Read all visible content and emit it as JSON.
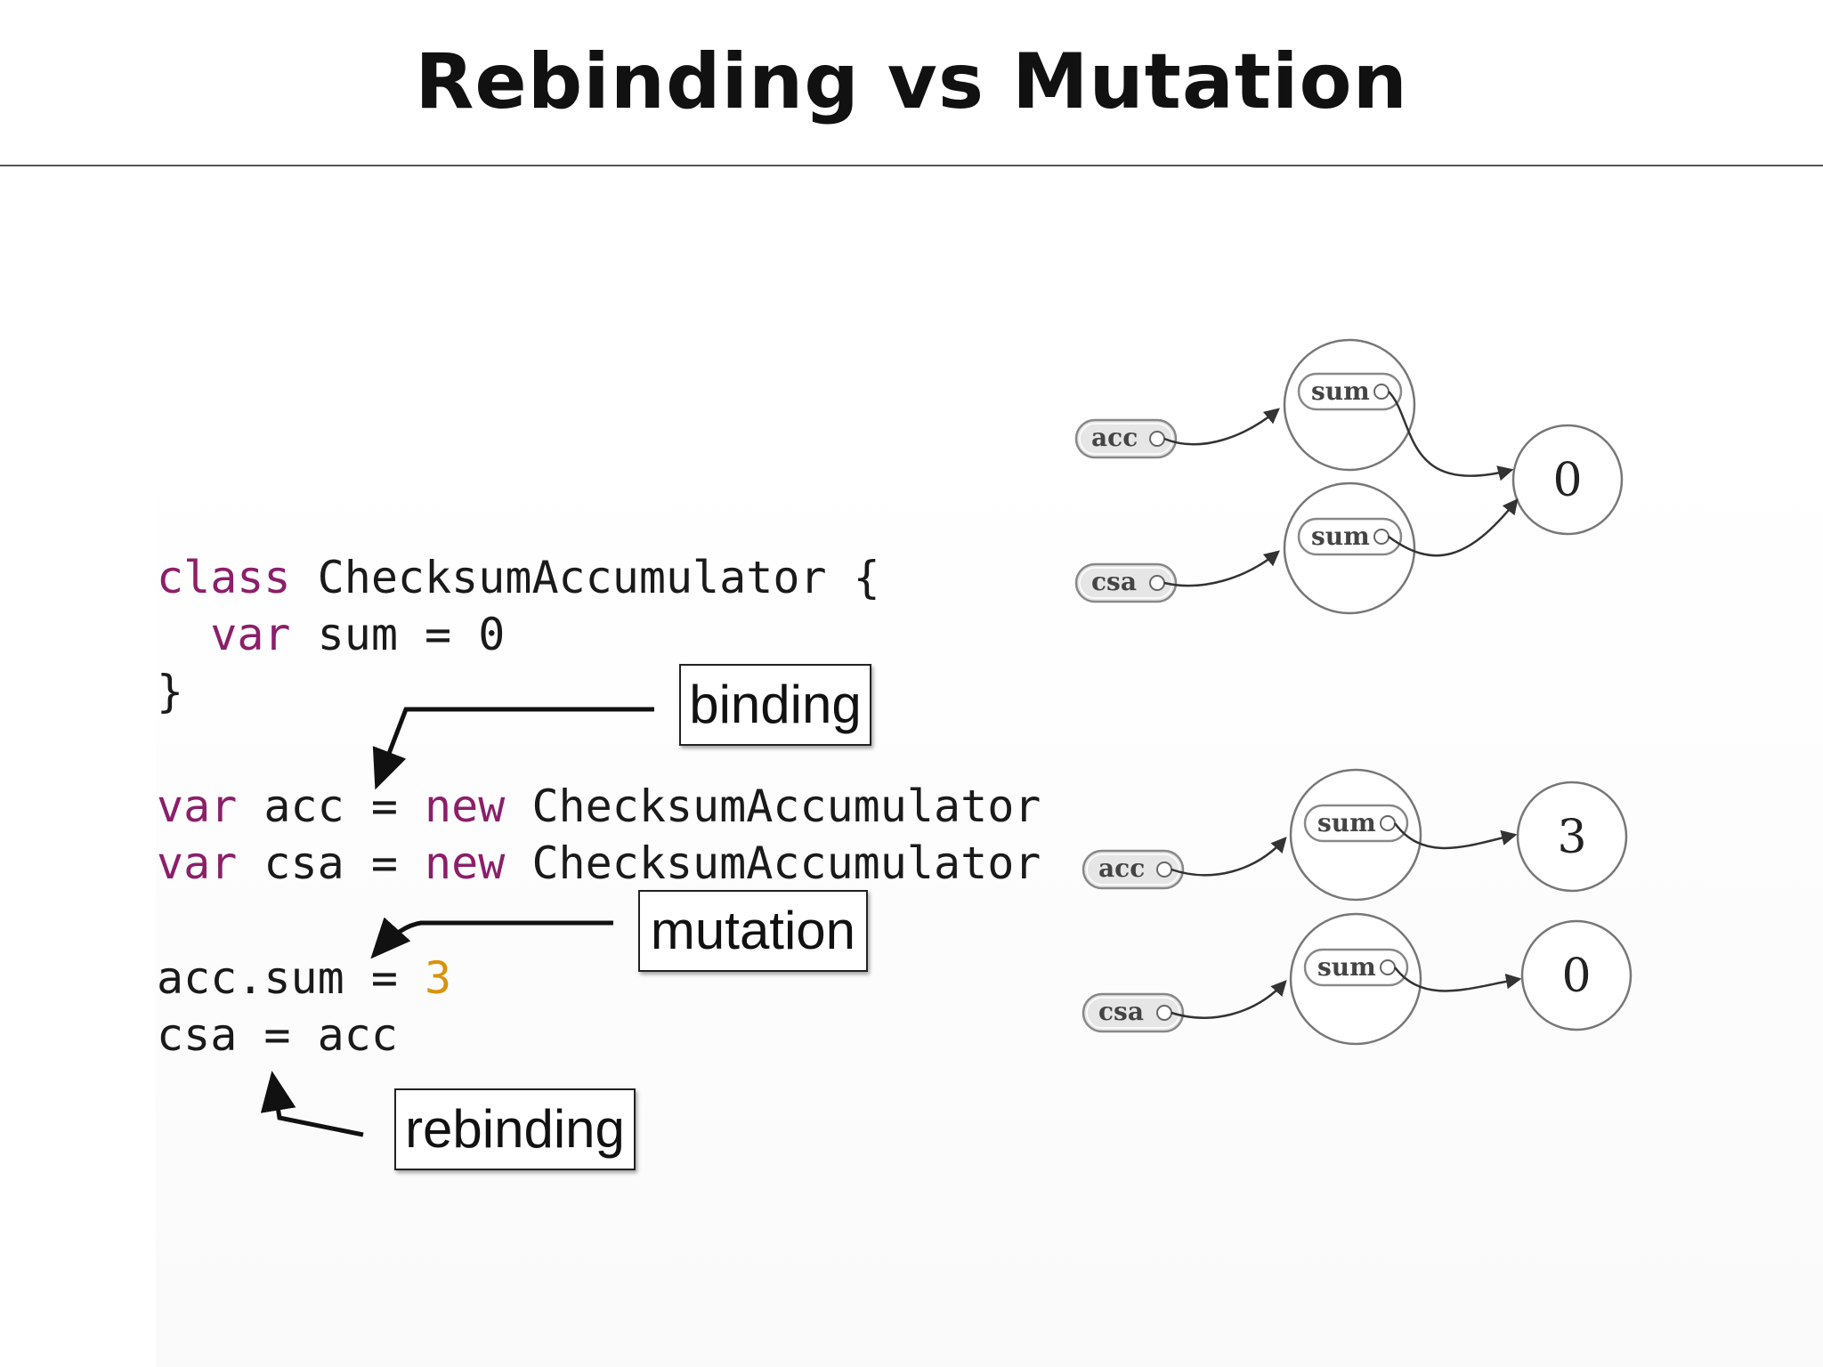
{
  "slide": {
    "title": "Rebinding vs Mutation"
  },
  "code": {
    "line1": {
      "kw": "class",
      "rest": " ChecksumAccumulator {"
    },
    "line2": {
      "indent": "  ",
      "kw": "var",
      "rest": " sum = 0"
    },
    "line3": {
      "text": "}"
    },
    "line4": {
      "kw1": "var",
      "mid": " acc = ",
      "kw2": "new",
      "rest": " ChecksumAccumulator"
    },
    "line5": {
      "kw1": "var",
      "mid": " csa = ",
      "kw2": "new",
      "rest": " ChecksumAccumulator"
    },
    "line6": {
      "pre": "acc.sum = ",
      "num": "3"
    },
    "line7": {
      "text": "csa = acc"
    }
  },
  "annotations": {
    "binding": "binding",
    "mutation": "mutation",
    "rebinding": "rebinding"
  },
  "diagrams": {
    "top": {
      "vars": [
        "acc",
        "csa"
      ],
      "field": "sum",
      "value": "0"
    },
    "bottom": {
      "vars": [
        "acc",
        "csa"
      ],
      "field": "sum",
      "values": [
        "3",
        "0"
      ]
    }
  },
  "colors": {
    "keyword": "#8b1f6a",
    "number": "#d9930c",
    "text": "#1a1a1a"
  }
}
